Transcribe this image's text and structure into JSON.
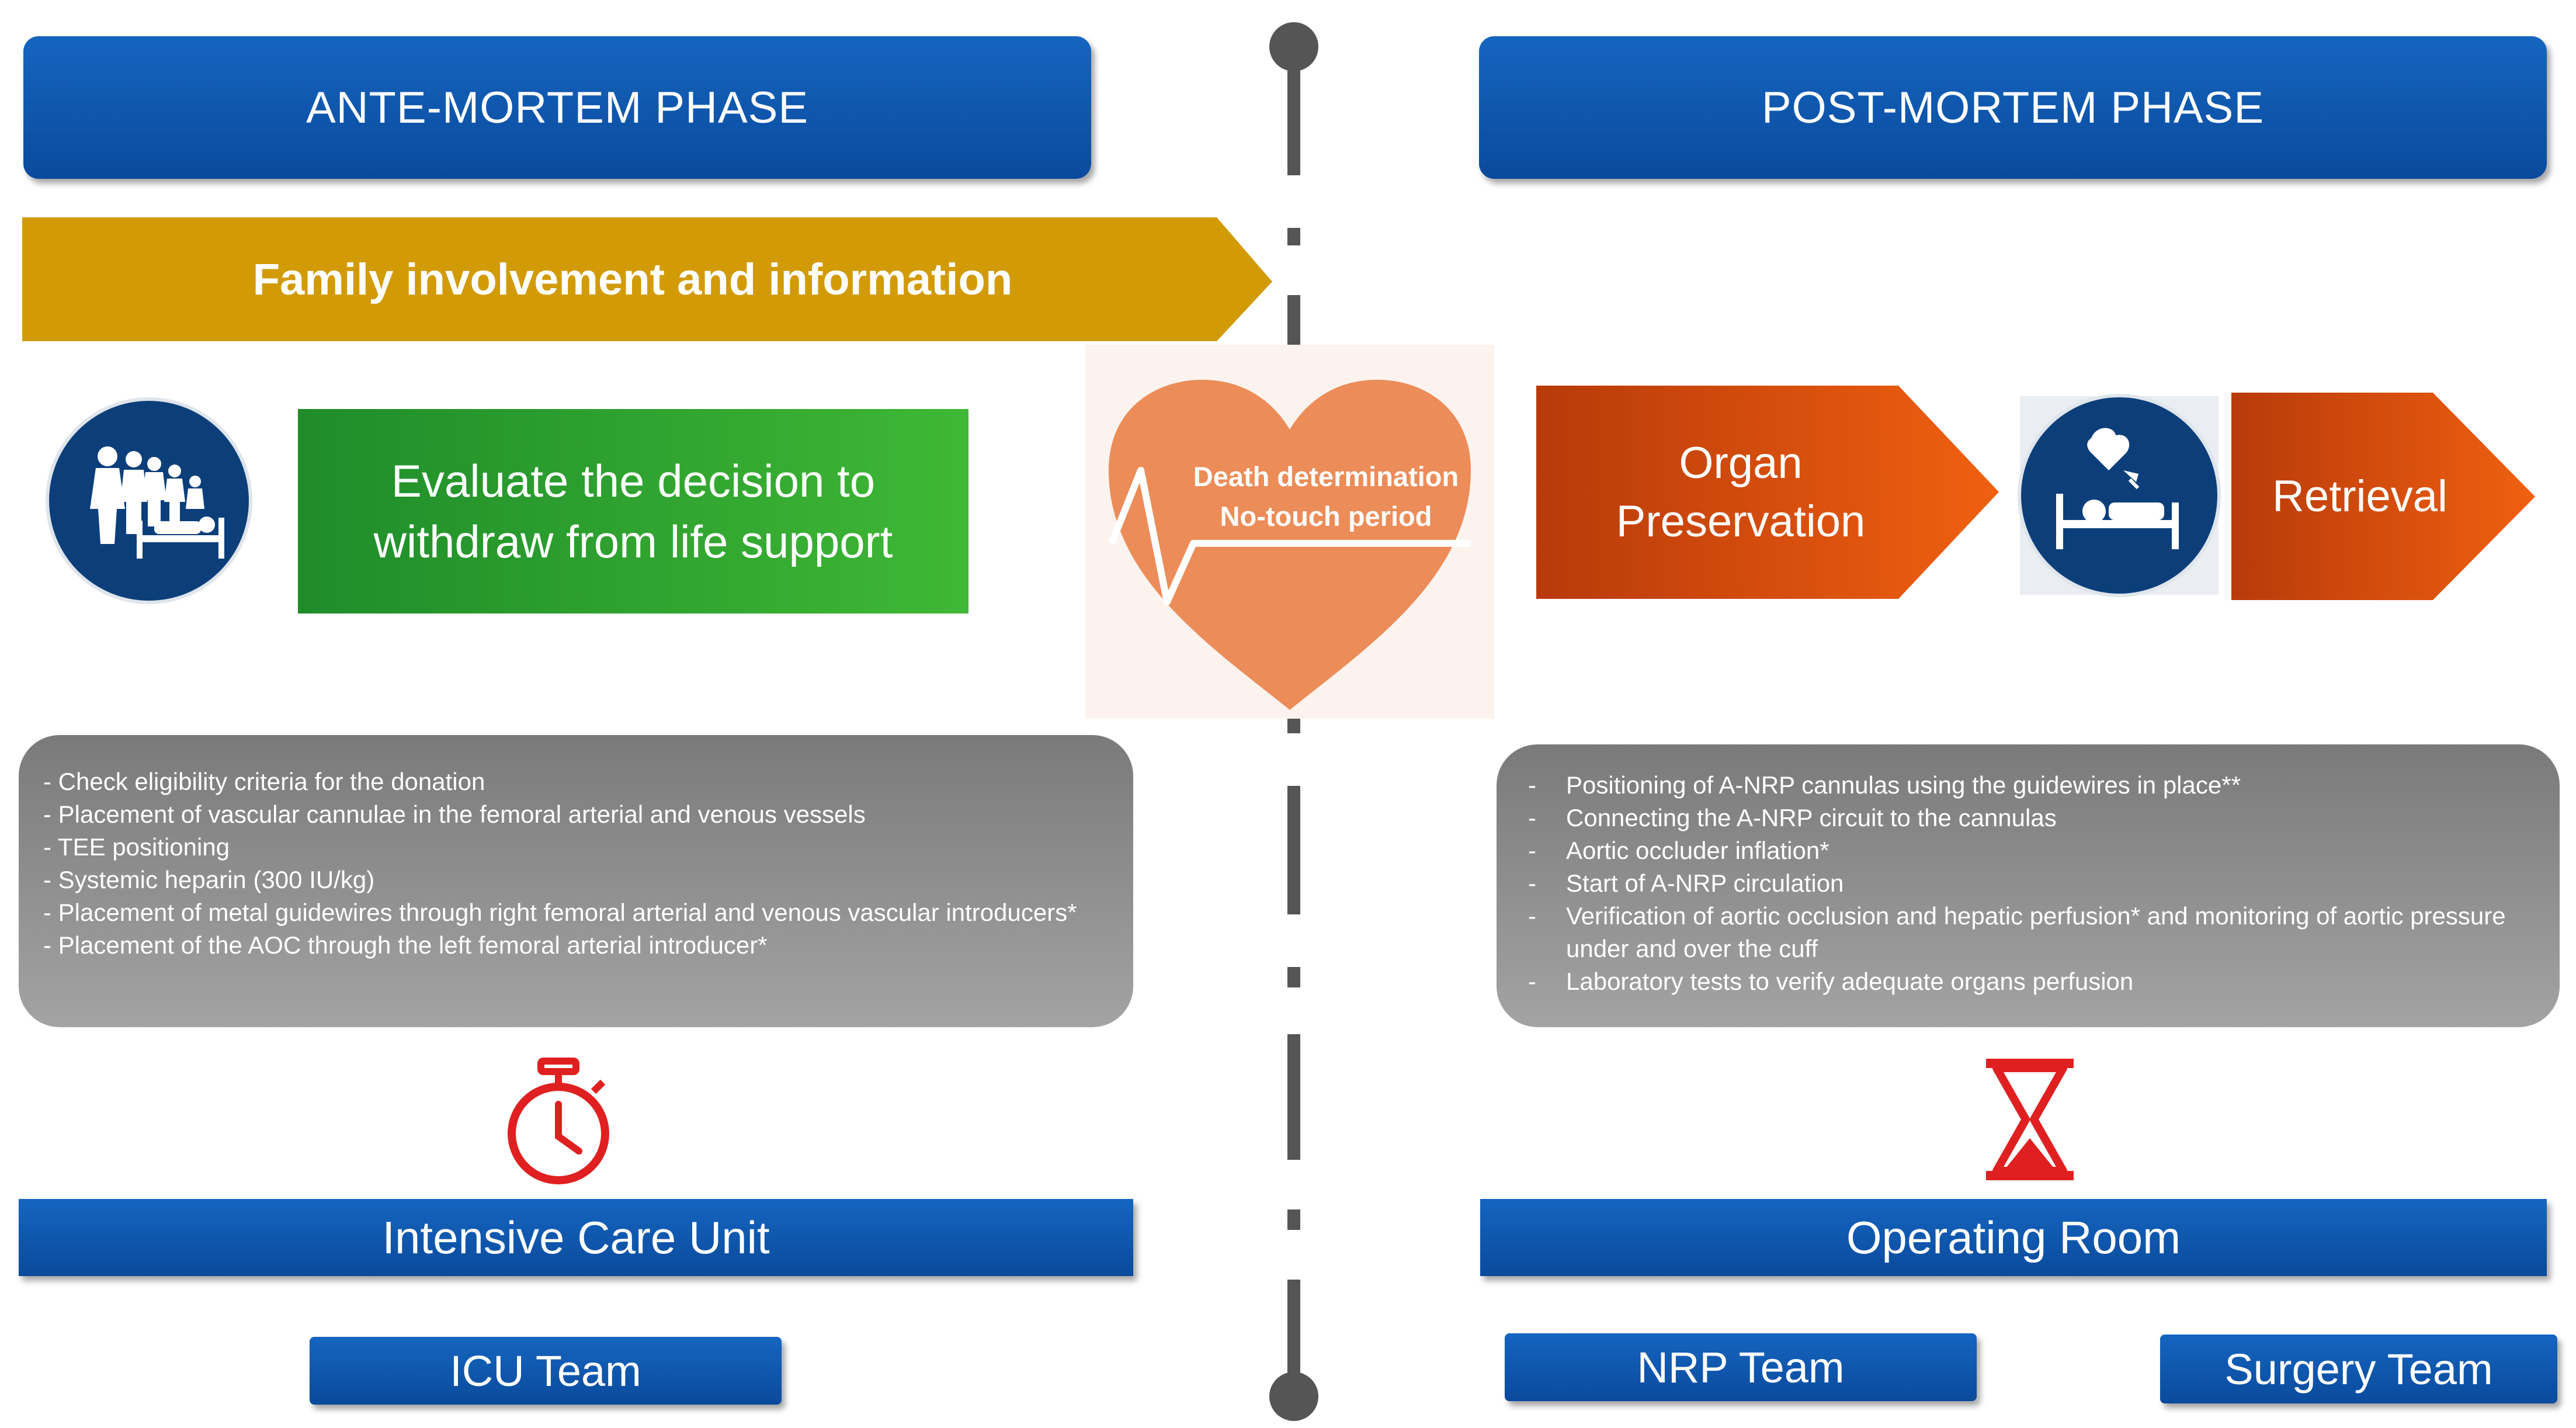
{
  "phases": {
    "ante": "ANTE-MORTEM PHASE",
    "post": "POST-MORTEM PHASE"
  },
  "family_banner": "Family involvement and information",
  "evaluate_box": {
    "line1": "Evaluate the decision to",
    "line2": "withdraw from life support"
  },
  "heart": {
    "line1": "Death determination",
    "line2": "No-touch period"
  },
  "organ_preservation": {
    "line1": "Organ",
    "line2": "Preservation"
  },
  "retrieval": "Retrieval",
  "ante_steps": [
    "- Check eligibility criteria for the donation",
    "- Placement of vascular cannulae in the femoral arterial and venous vessels",
    "- TEE positioning",
    "- Systemic heparin (300 IU/kg)",
    "- Placement of metal guidewires through right femoral arterial and venous vascular introducers*",
    "- Placement of the AOC through the left femoral arterial introducer*"
  ],
  "post_steps": [
    "Positioning of A-NRP cannulas using  the guidewires in place**",
    "Connecting the A-NRP circuit to the cannulas",
    "Aortic occluder inflation*",
    "Start of A-NRP circulation",
    "Verification of aortic occlusion and hepatic perfusion* and monitoring of aortic pressure under and over the cuff",
    "Laboratory tests to verify adequate organs perfusion"
  ],
  "post_dash": "-",
  "locations": {
    "left": "Intensive Care Unit",
    "right": "Operating Room"
  },
  "teams": {
    "icu": "ICU Team",
    "nrp": "NRP Team",
    "surgery": "Surgery Team"
  },
  "icons": {
    "family": "family-bedside-icon",
    "donor": "organ-donor-bed-icon",
    "timer": "stopwatch-icon",
    "hourglass": "hourglass-icon"
  },
  "colors": {
    "blue": "#1565c0",
    "gold": "#d29b05",
    "green": "#2fa52c",
    "orange": "#e45a10",
    "heart": "#ec8c58",
    "gray": "#8c8c8c",
    "red": "#e02020"
  }
}
